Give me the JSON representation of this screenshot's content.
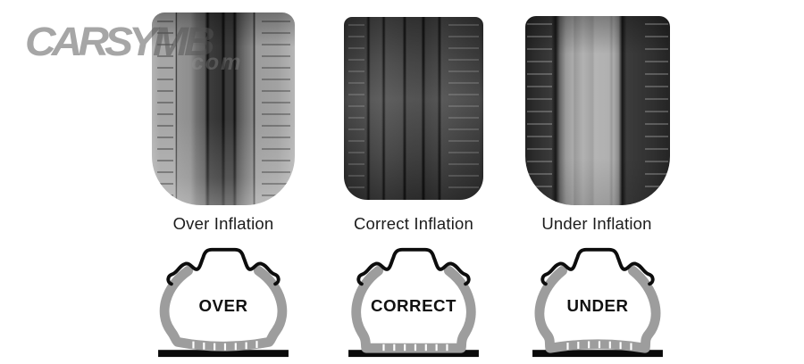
{
  "logo": {
    "text": "CARSYMB",
    "subtext": "com",
    "color": "#a4a4a4"
  },
  "columns": [
    {
      "id": "over-inflation",
      "caption": "Over Inflation",
      "diagram_label": "OVER",
      "tread_wear": "worn in center, dark middle band, light shoulders"
    },
    {
      "id": "correct-inflation",
      "caption": "Correct Inflation",
      "diagram_label": "CORRECT",
      "tread_wear": "even wear, uniform dark tread"
    },
    {
      "id": "under-inflation",
      "caption": "Under Inflation",
      "diagram_label": "UNDER",
      "tread_wear": "worn at edges, dark shoulders, light middle band"
    }
  ],
  "colors": {
    "background": "#ffffff",
    "caption_text": "#1c1c1c",
    "diagram_label_text": "#111111",
    "tire_sidewall_gray": "#9d9d9d",
    "rim_outline_black": "#0d0d0d",
    "ground_bar_black": "#0a0a0a"
  }
}
